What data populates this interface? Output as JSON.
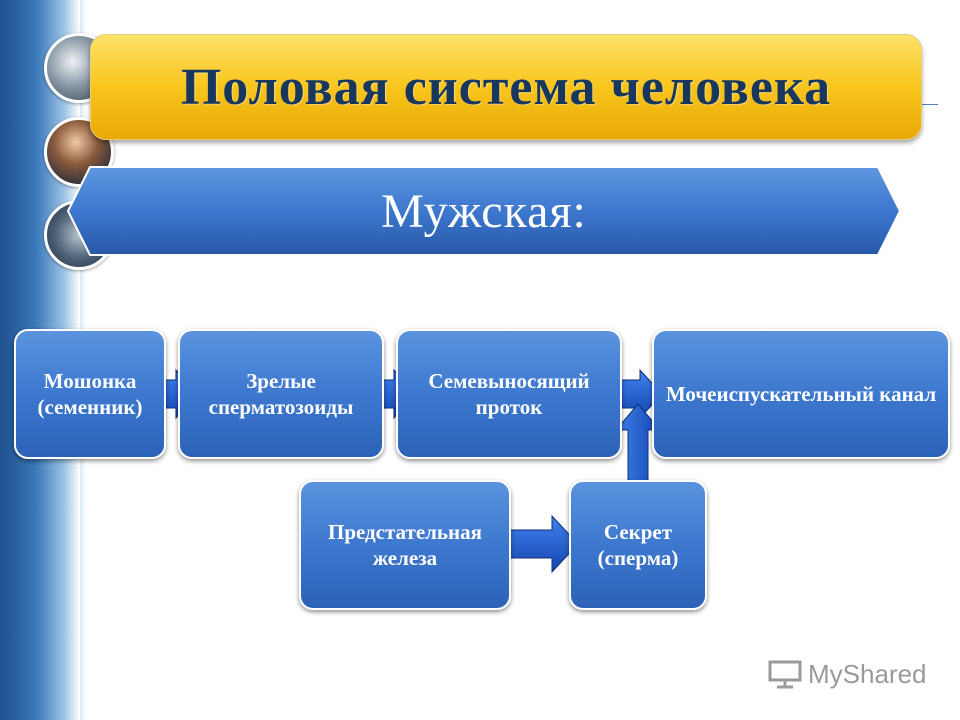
{
  "title": "Половая система человека",
  "subtitle": "Мужская:",
  "nodes": {
    "scrotum": "Мошонка (семенник)",
    "sperm": "Зрелые сперматозоиды",
    "vas_deferens": "Семевыносящий проток",
    "urethra": "Мочеиспускательный канал",
    "prostate": "Предстательная железа",
    "secretion": "Секрет (сперма)"
  },
  "edges": [
    [
      "scrotum",
      "sperm"
    ],
    [
      "sperm",
      "vas_deferens"
    ],
    [
      "vas_deferens",
      "urethra"
    ],
    [
      "prostate",
      "secretion"
    ],
    [
      "secretion",
      "urethra"
    ]
  ],
  "watermark": "MyShared",
  "colors": {
    "title_bg": "#f8c51c",
    "title_text": "#17375e",
    "band_blue": "#3d78cf",
    "node_blue": "#3d78cf",
    "arrow_blue": "#1d5fd6"
  }
}
